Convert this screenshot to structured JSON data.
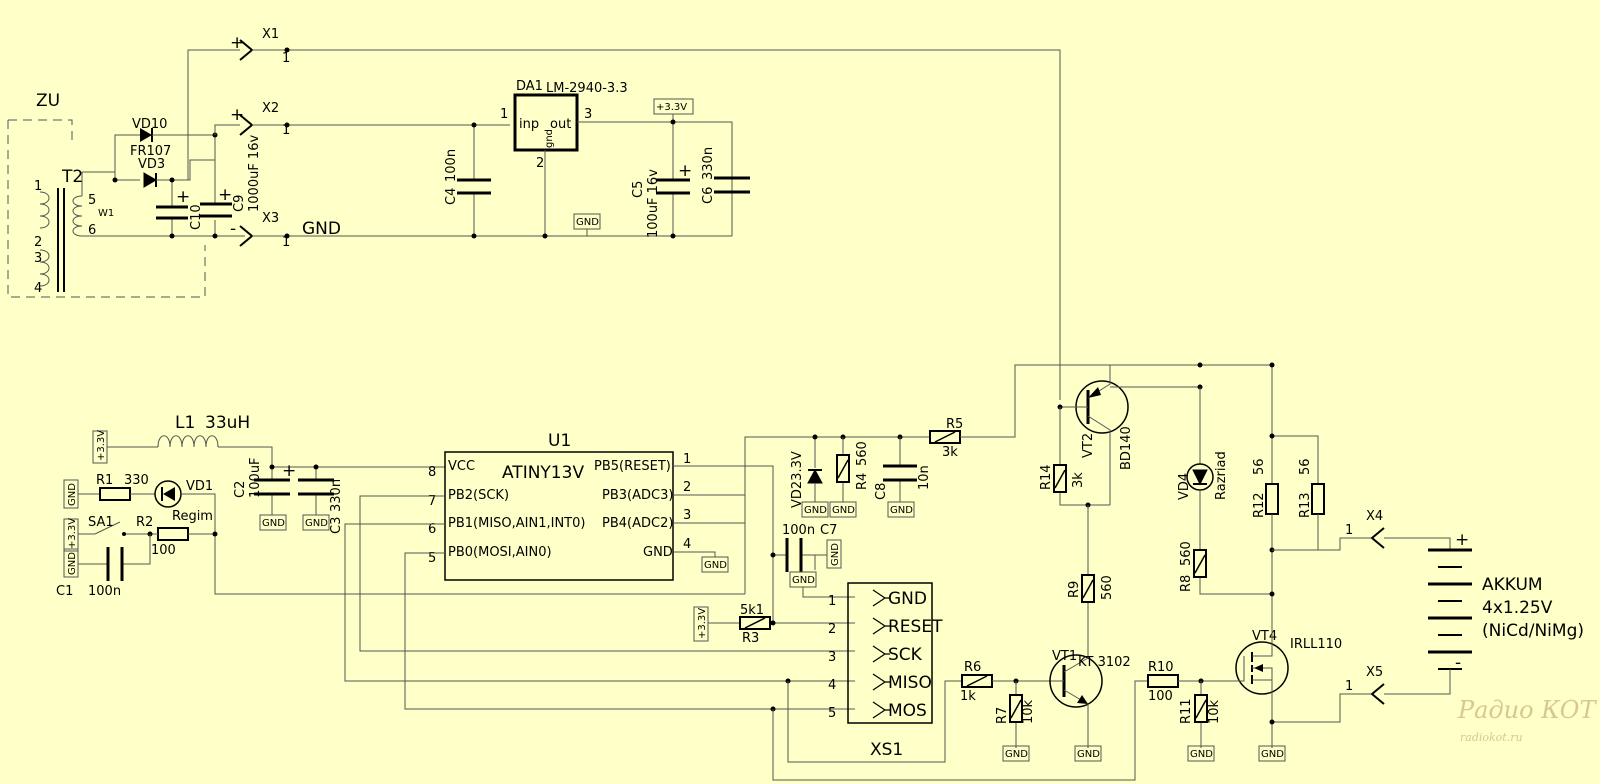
{
  "refs": {
    "zu": "ZU",
    "t2": "T2",
    "w1": "W1",
    "vd10": "VD10",
    "fr107": "FR107",
    "vd3": "VD3",
    "c10": "C10",
    "c9": "C9",
    "c9v": "1000uF 16v",
    "x1": "X1",
    "x2": "X2",
    "x3": "X3",
    "gnd_big": "GND",
    "c4": "C4",
    "c4v": "100n",
    "da1": "DA1",
    "da1v": "LM-2940-3.3",
    "inp": "inp",
    "out": "out",
    "gnd_pin": "gnd",
    "c5": "C5",
    "c5v": "100uF 16v",
    "c6": "C6",
    "c6v": "330n",
    "l1": "L1",
    "l1v": "33uH",
    "r1": "R1",
    "r1v": "330",
    "vd1": "VD1",
    "regim": "Regim",
    "sa1": "SA1",
    "r2": "R2",
    "r2v": "100",
    "c1": "C1",
    "c1v": "100n",
    "c2": "C2",
    "c2v": "100uF",
    "c3": "C3",
    "c3v": "330n",
    "u1": "U1",
    "u1v": "ATINY13V",
    "vd2": "VD23.3V",
    "r4": "R4",
    "r4v": "560",
    "c8": "C8",
    "c8v": "10n",
    "r5": "R5",
    "r5v": "3k",
    "c7": "C7",
    "c7v": "100n",
    "r3": "R3",
    "r3v": "5k1",
    "vt2": "VT2",
    "vt2v": "BD140",
    "r14": "R14",
    "r14v": "3k",
    "vd4": "VD4",
    "vd4v": "Razriad",
    "r12": "R12",
    "r12v": "56",
    "r13": "R13",
    "r13v": "56",
    "r8": "R8",
    "r8v": "560",
    "r9": "R9",
    "r9v": "560",
    "vt1": "VT1",
    "vt1v": "KT 3102",
    "r6": "R6",
    "r6v": "1k",
    "r7": "R7",
    "r7v": "10k",
    "r10": "R10",
    "r10v": "100",
    "r11": "R11",
    "r11v": "10k",
    "vt4": "VT4",
    "vt4v": "IRLL110",
    "x4": "X4",
    "x5": "X5",
    "xs1": "XS1",
    "akkum": "AKKUM",
    "akkum2": "4x1.25V",
    "akkum3": "(NiCd/NiMg)"
  },
  "power": {
    "p33": "+3.3V",
    "gnd": "GND"
  },
  "pins": {
    "u1_left": [
      "VCC",
      "PB2(SCK)",
      "PB1(MISO,AIN1,INT0)",
      "PB0(MOSI,AIN0)"
    ],
    "u1_left_num": [
      "8",
      "7",
      "6",
      "5"
    ],
    "u1_right": [
      "PB5(RESET)",
      "PB3(ADC3)",
      "PB4(ADC2)",
      "GND"
    ],
    "u1_right_num": [
      "1",
      "2",
      "3",
      "4"
    ],
    "xs1": [
      "GND",
      "RESET",
      "SCK",
      "MISO",
      "MOS"
    ],
    "xs1_num": [
      "1",
      "2",
      "3",
      "4",
      "5"
    ],
    "t2_nums": [
      "1",
      "2",
      "3",
      "4",
      "5",
      "6"
    ],
    "da1_nums": [
      "1",
      "2",
      "3"
    ],
    "conn_num": "1"
  },
  "symbols": {
    "plus": "+",
    "minus": "-"
  },
  "watermark": {
    "logo": "Радио КОТ",
    "url": "radiokot.ru"
  }
}
